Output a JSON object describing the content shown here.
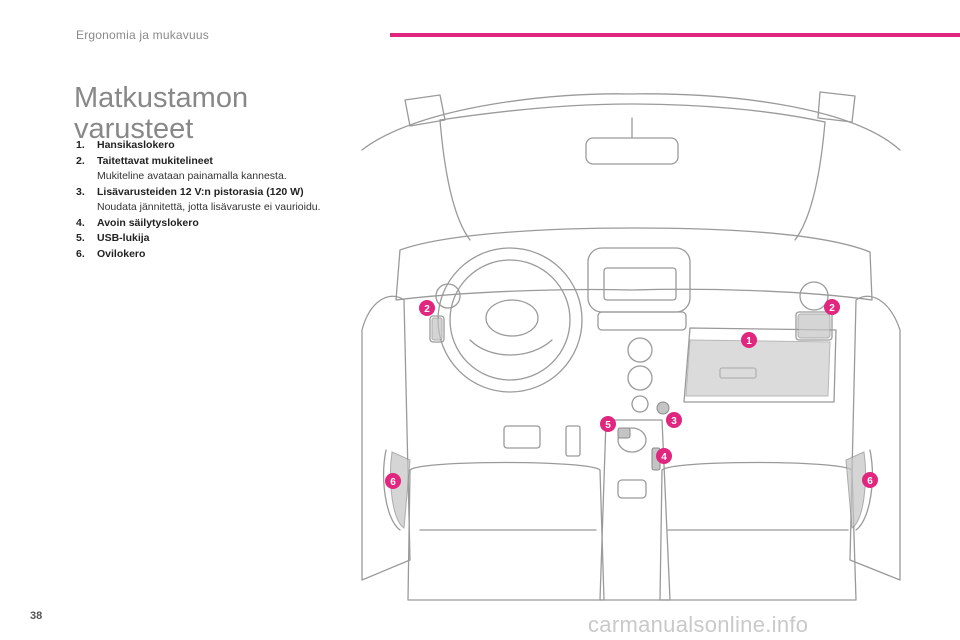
{
  "header": {
    "section_title": "Ergonomia ja mukavuus",
    "accent_color": "#e0267e"
  },
  "page": {
    "heading": "Matkustamon\nvarusteet",
    "number": "38"
  },
  "items": [
    {
      "number": "1.",
      "label": "Hansikaslokero",
      "description": ""
    },
    {
      "number": "2.",
      "label": "Taitettavat mukitelineet",
      "description": "Mukiteline avataan painamalla kannesta."
    },
    {
      "number": "3.",
      "label": "Lisävarusteiden 12 V:n pistorasia (120 W)",
      "description": "Noudata jännitettä, jotta lisävaruste ei vaurioidu."
    },
    {
      "number": "4.",
      "label": "Avoin säilytyslokero",
      "description": ""
    },
    {
      "number": "5.",
      "label": "USB-lukija",
      "description": ""
    },
    {
      "number": "6.",
      "label": "Ovilokero",
      "description": ""
    }
  ],
  "illustration": {
    "markers": [
      "1",
      "2",
      "2",
      "3",
      "4",
      "5",
      "6",
      "6"
    ],
    "marker_color": "#e0267e"
  },
  "watermark": "carmanualsonline.info"
}
